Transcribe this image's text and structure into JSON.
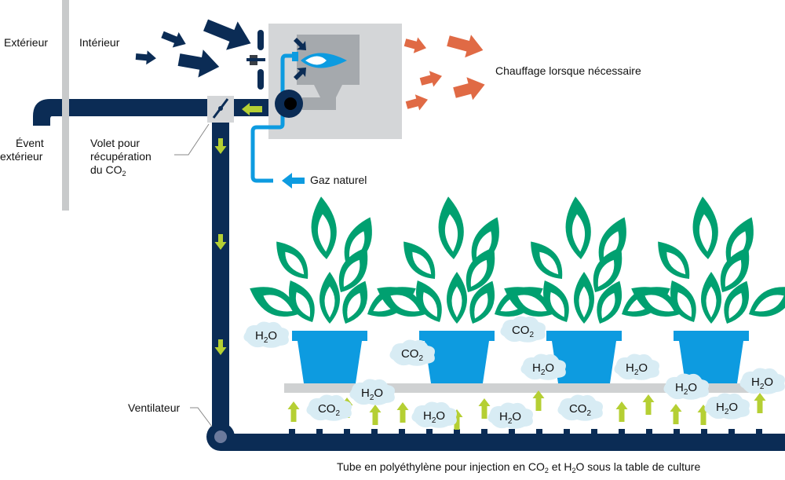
{
  "labels": {
    "exterior": "Extérieur",
    "interior": "Intérieur",
    "vent_line1": "Évent",
    "vent_line2": "extérieur",
    "damper_line1": "Volet pour",
    "damper_line2": "récupération",
    "damper_line3_prefix": "du CO",
    "damper_line3_sub": "2",
    "heating": "Chauffage lorsque nécessaire",
    "natural_gas": "Gaz naturel",
    "fan": "Ventilateur",
    "tube_prefix": "Tube en polyéthylène pour injection en CO",
    "tube_sub1": "2",
    "tube_mid": " et H",
    "tube_sub2": "2",
    "tube_suffix": "O sous la table de culture"
  },
  "molecules": {
    "co2": {
      "main": "CO",
      "sub": "2"
    },
    "h2o": {
      "pre": "H",
      "sub": "2",
      "post": "O"
    }
  },
  "clouds": [
    {
      "type": "h2o"
    },
    {
      "type": "co2"
    },
    {
      "type": "co2"
    },
    {
      "type": "h2o"
    },
    {
      "type": "h2o"
    },
    {
      "type": "h2o"
    },
    {
      "type": "h2o"
    },
    {
      "type": "h2o"
    },
    {
      "type": "co2"
    },
    {
      "type": "h2o"
    },
    {
      "type": "h2o"
    },
    {
      "type": "co2"
    },
    {
      "type": "h2o"
    },
    {
      "type": "co2"
    }
  ],
  "plants_count": 4,
  "colors": {
    "pipe_navy": "#0b2c55",
    "wall_gray": "#c8cacb",
    "furnace_light": "#d4d6d8",
    "furnace_dark": "#a5a9ad",
    "gas_blue": "#0d9be0",
    "pot_blue": "#0d9be0",
    "leaf_green": "#00a070",
    "heat_orange": "#e06a45",
    "flow_arrow_lime": "#b5cf33",
    "cloud_fill": "#d8ecf4",
    "table_gray": "#cfd1d2",
    "fan_hub": "#6c7a9c"
  }
}
